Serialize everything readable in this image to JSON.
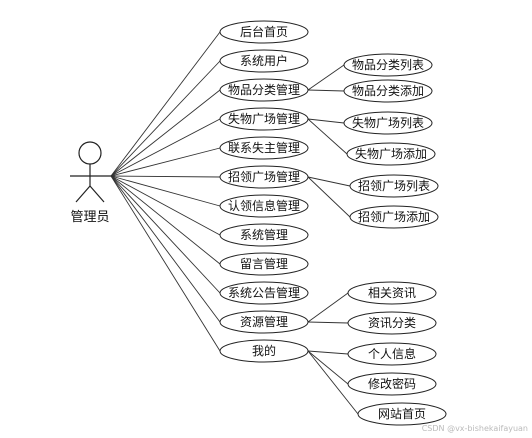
{
  "actor": {
    "label": "管理员"
  },
  "use_cases": [
    {
      "id": "home",
      "label": "后台首页"
    },
    {
      "id": "user",
      "label": "系统用户"
    },
    {
      "id": "itemcat",
      "label": "物品分类管理"
    },
    {
      "id": "lost",
      "label": "失物广场管理"
    },
    {
      "id": "owner",
      "label": "联系失主管理"
    },
    {
      "id": "found",
      "label": "招领广场管理"
    },
    {
      "id": "claim",
      "label": "认领信息管理"
    },
    {
      "id": "sys",
      "label": "系统管理"
    },
    {
      "id": "msg",
      "label": "留言管理"
    },
    {
      "id": "notice",
      "label": "系统公告管理"
    },
    {
      "id": "res",
      "label": "资源管理"
    },
    {
      "id": "mine",
      "label": "我的"
    }
  ],
  "sub_cases": [
    {
      "parent": "itemcat",
      "label": "物品分类列表"
    },
    {
      "parent": "itemcat",
      "label": "物品分类添加"
    },
    {
      "parent": "lost",
      "label": "失物广场列表"
    },
    {
      "parent": "lost",
      "label": "失物广场添加"
    },
    {
      "parent": "found",
      "label": "招领广场列表"
    },
    {
      "parent": "found",
      "label": "招领广场添加"
    },
    {
      "parent": "res",
      "label": "相关资讯"
    },
    {
      "parent": "res",
      "label": "资讯分类"
    },
    {
      "parent": "mine",
      "label": "个人信息"
    },
    {
      "parent": "mine",
      "label": "修改密码"
    },
    {
      "parent": "mine",
      "label": "网站首页"
    }
  ],
  "watermark": "CSDN @vx-bishekaifayuan"
}
